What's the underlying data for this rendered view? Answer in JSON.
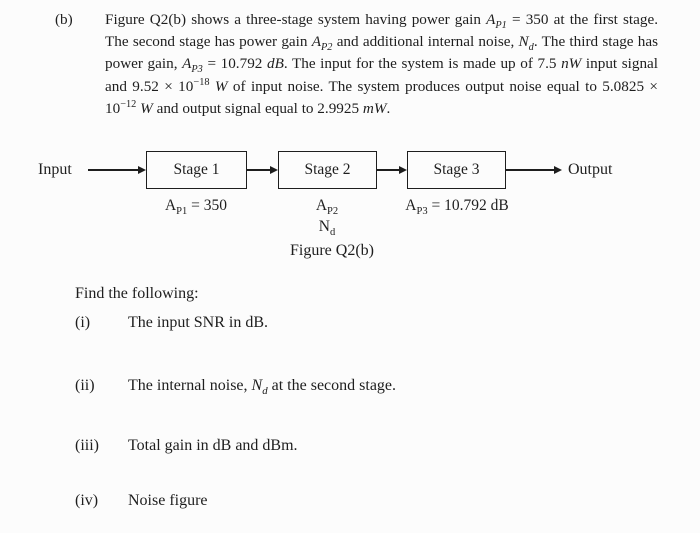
{
  "colors": {
    "paper": "#fcfcfc",
    "ink": "#1e1e1e"
  },
  "question": {
    "part_label": "(b)",
    "paragraph": [
      {
        "t": "Figure Q2(b) shows a three-stage system having power gain ",
        "s": "n"
      },
      {
        "t": "A",
        "s": "i"
      },
      {
        "t": "P1",
        "s": "i sub"
      },
      {
        "t": " = 350 at the first stage. The second stage has power gain ",
        "s": "n"
      },
      {
        "t": "A",
        "s": "i"
      },
      {
        "t": "P2",
        "s": "i sub"
      },
      {
        "t": " and additional internal noise, ",
        "s": "n"
      },
      {
        "t": "N",
        "s": "i"
      },
      {
        "t": "d",
        "s": "i sub"
      },
      {
        "t": ". The third stage has power gain, ",
        "s": "n"
      },
      {
        "t": "A",
        "s": "i"
      },
      {
        "t": "P3",
        "s": "i sub"
      },
      {
        "t": " = 10.792 ",
        "s": "n"
      },
      {
        "t": "dB",
        "s": "i"
      },
      {
        "t": ". The input for the system is made up of 7.5 ",
        "s": "n"
      },
      {
        "t": "nW",
        "s": "i"
      },
      {
        "t": " input signal and 9.52 × 10",
        "s": "n"
      },
      {
        "t": "−18",
        "s": "sup"
      },
      {
        "t": " ",
        "s": "n"
      },
      {
        "t": "W",
        "s": "i"
      },
      {
        "t": " of input noise. The system produces output noise equal to 5.0825 × 10",
        "s": "n"
      },
      {
        "t": "−12",
        "s": "sup"
      },
      {
        "t": " ",
        "s": "n"
      },
      {
        "t": "W",
        "s": "i"
      },
      {
        "t": " and output signal equal to 2.9925 ",
        "s": "n"
      },
      {
        "t": "mW",
        "s": "i"
      },
      {
        "t": ".",
        "s": "n"
      }
    ]
  },
  "diagram": {
    "input_label": "Input",
    "output_label": "Output",
    "caption": "Figure Q2(b)",
    "stages": [
      {
        "title": "Stage 1",
        "sub_lines": [
          [
            {
              "t": "A",
              "s": "n"
            },
            {
              "t": "P1",
              "s": "sub"
            },
            {
              "t": " = 350",
              "s": "n"
            }
          ]
        ]
      },
      {
        "title": "Stage 2",
        "sub_lines": [
          [
            {
              "t": "A",
              "s": "n"
            },
            {
              "t": "P2",
              "s": "sub"
            }
          ],
          [
            {
              "t": "N",
              "s": "n"
            },
            {
              "t": "d",
              "s": "sub"
            }
          ]
        ]
      },
      {
        "title": "Stage 3",
        "sub_lines": [
          [
            {
              "t": "A",
              "s": "n"
            },
            {
              "t": "P3",
              "s": "sub"
            },
            {
              "t": " = 10.792 dB",
              "s": "n"
            }
          ]
        ]
      }
    ]
  },
  "tasks": {
    "intro": "Find the following:",
    "items": [
      {
        "num": "(i)",
        "rich": [
          {
            "t": "The input SNR in dB.",
            "s": "n"
          }
        ]
      },
      {
        "num": "(ii)",
        "rich": [
          {
            "t": "The internal noise, ",
            "s": "n"
          },
          {
            "t": "N",
            "s": "i"
          },
          {
            "t": "d",
            "s": "i sub"
          },
          {
            "t": " at the second stage.",
            "s": "n"
          }
        ]
      },
      {
        "num": "(iii)",
        "rich": [
          {
            "t": "Total gain in dB and dBm.",
            "s": "n"
          }
        ]
      },
      {
        "num": "(iv)",
        "rich": [
          {
            "t": "Noise figure",
            "s": "n"
          }
        ]
      }
    ]
  }
}
